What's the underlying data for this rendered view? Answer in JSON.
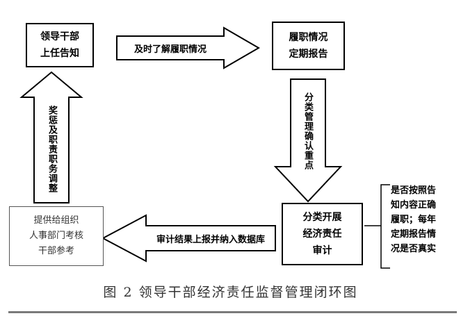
{
  "nodes": {
    "top_left": "领导干部\n上任告知",
    "top_right": "履职情况\n定期报告",
    "bottom_right": "分类开展\n经济责任\n审计",
    "bottom_left": "提供给组织\n人事部门考核\n干部参考"
  },
  "edges": {
    "top": "及时了解履职情况",
    "right": "分类管理确认重点",
    "bottom": "审计结果上报并纳入数据库",
    "left": "奖惩及职责职务调整"
  },
  "side_note": "是否按照告\n知内容正确\n履职；每年\n定期报告情\n况是否真实",
  "caption": "图 2  领导干部经济责任监督管理闭环图"
}
